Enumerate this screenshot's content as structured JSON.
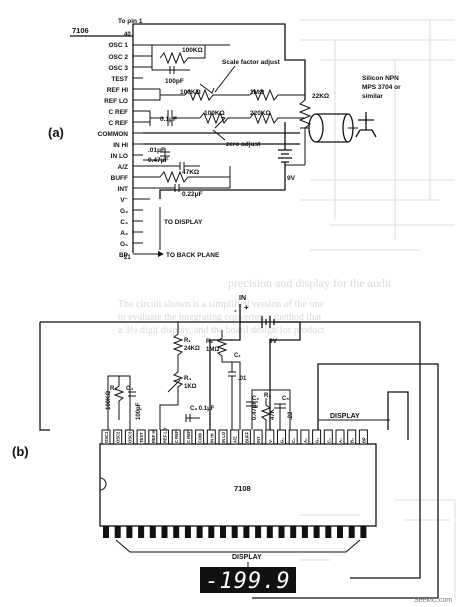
{
  "faded": {
    "heading": "precision and display for the audit",
    "lines": [
      "The circuit shown is a simplified version of the one",
      "to evaluate the integrating converter, a method that",
      "a 3½ digit display, and the board design for product"
    ]
  },
  "part_a": {
    "panel_label": "(a)",
    "chip_name": "7106",
    "pin_top_number": "40",
    "pin_bottom_number": "21",
    "to_pin_label": "To pin 1",
    "pins": [
      "OSC 1",
      "OSC 2",
      "OSC 3",
      "TEST",
      "REF HI",
      "REF LO",
      "C REF",
      "C REF",
      "COMMON",
      "IN HI",
      "IN LO",
      "A/Z",
      "BUFF",
      "INT",
      "V⁻",
      "G₂",
      "C₃",
      "A₃",
      "G₃",
      "BP"
    ],
    "components": {
      "r_osc": "100KΩ",
      "c_osc": "100pF",
      "scale_adjust": "Scale factor adjust",
      "r_ref1": "100KΩ",
      "r_ref2": "1MΩ",
      "r_ref3": "100KΩ",
      "r_ref4": "220KΩ",
      "c_ref": "0.1μF",
      "zero_adjust": "zero adjust",
      "r_bias": "22KΩ",
      "c_in": ".01μF",
      "c_az": "0.47μF",
      "r_buff": "47KΩ",
      "c_int": "0.22μF",
      "battery": "9V",
      "transistor": [
        "Silicon NPN",
        "MPS 3704 or",
        "similar"
      ]
    },
    "to_display": "TO DISPLAY",
    "to_backplane": "TO BACK PLANE"
  },
  "part_b": {
    "panel_label": "(b)",
    "chip_name": "7108",
    "in_label": "IN",
    "plus": "+",
    "minus": "-",
    "battery": "9V",
    "display_label_top": "DISPLAY",
    "display_label_bottom": "DISPLAY",
    "components": {
      "r1": [
        "R₁",
        "24KΩ"
      ],
      "r4": [
        "R₄",
        "1KΩ"
      ],
      "r5": [
        "R₅",
        "1MΩ"
      ],
      "c1": [
        "C₁",
        ".01"
      ],
      "r2": [
        "R₂",
        "100KΩ"
      ],
      "c4": [
        "C₄",
        "100pF"
      ],
      "c3": "C₃ 0.1μF",
      "c2": [
        "C₂",
        "0.47μF"
      ],
      "r3": [
        "R₃",
        "47K"
      ],
      "c5": [
        "C₅",
        ".22"
      ]
    },
    "top_pins": [
      "OSC1",
      "OSC2",
      "OSC3",
      "TEST",
      "REF HI",
      "REF LO",
      "C REF",
      "C REF",
      "COM",
      "IN HI",
      "IN LO",
      "A/Z",
      "BUFF",
      "INT",
      "V-",
      "G₂",
      "C₂",
      "A₂",
      "G₃",
      "C₃",
      "A₃",
      "B₃",
      "BP"
    ],
    "readout": "-199.9",
    "watermark": "SeekIC.com"
  }
}
